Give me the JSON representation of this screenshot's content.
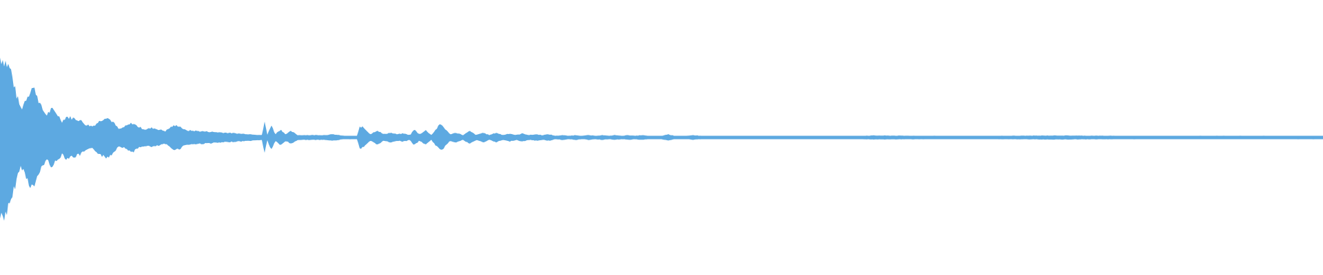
{
  "waveform": {
    "color": "#5DA9E1",
    "background": "#FFFFFF",
    "amplitude_envelope": [
      [
        0.0,
        1.0
      ],
      [
        0.003,
        0.97
      ],
      [
        0.008,
        0.85
      ],
      [
        0.012,
        0.55
      ],
      [
        0.016,
        0.35
      ],
      [
        0.02,
        0.5
      ],
      [
        0.024,
        0.62
      ],
      [
        0.027,
        0.58
      ],
      [
        0.031,
        0.38
      ],
      [
        0.035,
        0.28
      ],
      [
        0.039,
        0.35
      ],
      [
        0.043,
        0.3
      ],
      [
        0.047,
        0.2
      ],
      [
        0.05,
        0.26
      ],
      [
        0.055,
        0.24
      ],
      [
        0.06,
        0.22
      ],
      [
        0.065,
        0.16
      ],
      [
        0.07,
        0.14
      ],
      [
        0.075,
        0.2
      ],
      [
        0.08,
        0.26
      ],
      [
        0.085,
        0.2
      ],
      [
        0.09,
        0.1
      ],
      [
        0.095,
        0.14
      ],
      [
        0.1,
        0.18
      ],
      [
        0.105,
        0.13
      ],
      [
        0.11,
        0.1
      ],
      [
        0.115,
        0.12
      ],
      [
        0.12,
        0.1
      ],
      [
        0.125,
        0.08
      ],
      [
        0.13,
        0.14
      ],
      [
        0.135,
        0.15
      ],
      [
        0.14,
        0.09
      ],
      [
        0.15,
        0.08
      ],
      [
        0.16,
        0.07
      ],
      [
        0.17,
        0.06
      ],
      [
        0.18,
        0.05
      ],
      [
        0.19,
        0.04
      ],
      [
        0.198,
        0.03
      ],
      [
        0.2,
        0.2
      ],
      [
        0.202,
        0.03
      ],
      [
        0.205,
        0.16
      ],
      [
        0.208,
        0.04
      ],
      [
        0.212,
        0.1
      ],
      [
        0.216,
        0.04
      ],
      [
        0.22,
        0.08
      ],
      [
        0.225,
        0.03
      ],
      [
        0.235,
        0.03
      ],
      [
        0.245,
        0.03
      ],
      [
        0.252,
        0.04
      ],
      [
        0.256,
        0.03
      ],
      [
        0.26,
        0.02
      ],
      [
        0.27,
        0.02
      ],
      [
        0.272,
        0.14
      ],
      [
        0.275,
        0.12
      ],
      [
        0.28,
        0.04
      ],
      [
        0.285,
        0.09
      ],
      [
        0.29,
        0.04
      ],
      [
        0.295,
        0.06
      ],
      [
        0.3,
        0.04
      ],
      [
        0.305,
        0.05
      ],
      [
        0.31,
        0.03
      ],
      [
        0.313,
        0.1
      ],
      [
        0.317,
        0.04
      ],
      [
        0.322,
        0.09
      ],
      [
        0.326,
        0.03
      ],
      [
        0.333,
        0.17
      ],
      [
        0.337,
        0.1
      ],
      [
        0.34,
        0.04
      ],
      [
        0.345,
        0.06
      ],
      [
        0.35,
        0.03
      ],
      [
        0.355,
        0.08
      ],
      [
        0.36,
        0.03
      ],
      [
        0.365,
        0.06
      ],
      [
        0.37,
        0.03
      ],
      [
        0.375,
        0.06
      ],
      [
        0.38,
        0.03
      ],
      [
        0.385,
        0.05
      ],
      [
        0.39,
        0.03
      ],
      [
        0.395,
        0.05
      ],
      [
        0.4,
        0.03
      ],
      [
        0.405,
        0.04
      ],
      [
        0.41,
        0.03
      ],
      [
        0.415,
        0.04
      ],
      [
        0.42,
        0.02
      ],
      [
        0.425,
        0.03
      ],
      [
        0.43,
        0.02
      ],
      [
        0.435,
        0.03
      ],
      [
        0.44,
        0.02
      ],
      [
        0.445,
        0.03
      ],
      [
        0.45,
        0.02
      ],
      [
        0.455,
        0.03
      ],
      [
        0.46,
        0.02
      ],
      [
        0.465,
        0.03
      ],
      [
        0.47,
        0.02
      ],
      [
        0.475,
        0.03
      ],
      [
        0.48,
        0.02
      ],
      [
        0.485,
        0.03
      ],
      [
        0.49,
        0.02
      ],
      [
        0.495,
        0.02
      ],
      [
        0.5,
        0.02
      ],
      [
        0.505,
        0.04
      ],
      [
        0.51,
        0.02
      ],
      [
        0.52,
        0.02
      ],
      [
        0.524,
        0.03
      ],
      [
        0.53,
        0.02
      ],
      [
        0.54,
        0.02
      ],
      [
        0.55,
        0.02
      ],
      [
        0.555,
        0.02
      ],
      [
        0.56,
        0.015
      ],
      [
        0.6,
        0.015
      ],
      [
        0.64,
        0.015
      ],
      [
        0.66,
        0.025
      ],
      [
        0.7,
        0.02
      ],
      [
        0.75,
        0.02
      ],
      [
        0.8,
        0.025
      ],
      [
        0.85,
        0.02
      ],
      [
        0.9,
        0.02
      ],
      [
        0.95,
        0.02
      ],
      [
        1.0,
        0.02
      ]
    ]
  }
}
